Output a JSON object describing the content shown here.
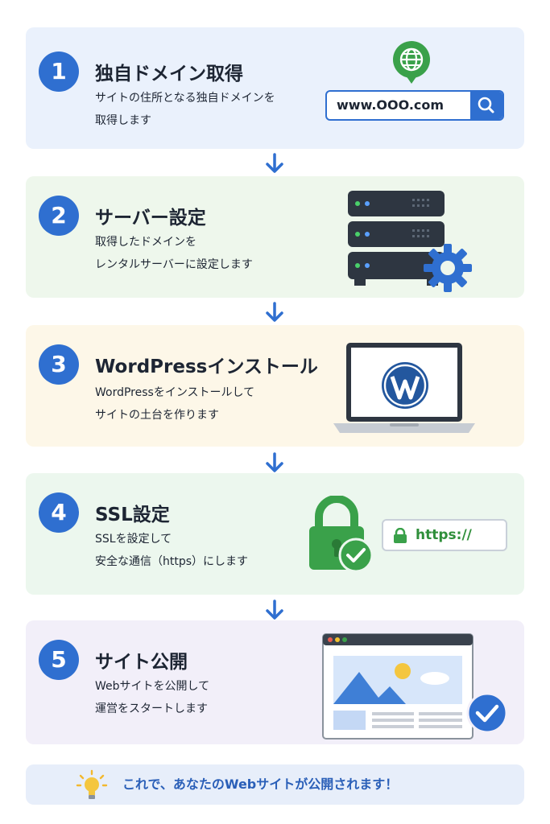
{
  "steps": [
    {
      "number": "1",
      "title": "独自ドメイン取得",
      "desc": [
        "サイトの住所となる独自ドメインを",
        "取得します"
      ]
    },
    {
      "number": "2",
      "title": "サーバー設定",
      "desc": [
        "取得したドメインを",
        "レンタルサーバーに設定します"
      ]
    },
    {
      "number": "3",
      "title": "WordPressインストール",
      "desc": [
        "WordPressをインストールして",
        "サイトの土台を作ります"
      ]
    },
    {
      "number": "4",
      "title": "SSL設定",
      "desc": [
        "SSLを設定して",
        "安全な通信（https）にします"
      ]
    },
    {
      "number": "5",
      "title": "サイト公開",
      "desc": [
        "Webサイトを公開して",
        "運営をスタートします"
      ]
    }
  ],
  "domain_search": {
    "value": "www.OOO.com"
  },
  "ssl_bar": {
    "value": "https://"
  },
  "footer": {
    "message": "これで、あなたのWebサイトが公開されます！"
  },
  "colors": {
    "accent": "#2f6fd0",
    "card1": "#eaf1fc",
    "card2": "#eef7ec",
    "card3": "#fdf7e8",
    "card4": "#ecf7ee",
    "card5": "#f2eff9",
    "footer": "#e7eefa",
    "green": "#3aa14a"
  },
  "icons": [
    "globe-icon",
    "search-icon",
    "server-icon",
    "gear-icon",
    "wordpress-logo-icon",
    "padlock-icon",
    "check-icon",
    "lightbulb-icon",
    "down-arrow-icon"
  ]
}
